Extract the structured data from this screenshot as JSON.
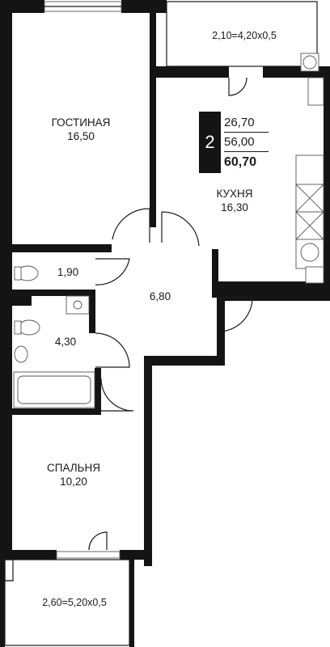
{
  "rooms": [
    {
      "id": "living-room",
      "name": "ГОСТИНАЯ",
      "area": "16,50"
    },
    {
      "id": "kitchen",
      "name": "КУХНЯ",
      "area": "16,30"
    },
    {
      "id": "hallway",
      "name": "",
      "area": "6,80"
    },
    {
      "id": "toilet",
      "name": "",
      "area": "1,90"
    },
    {
      "id": "bathroom",
      "name": "",
      "area": "4,30"
    },
    {
      "id": "bedroom",
      "name": "СПАЛЬНЯ",
      "area": "10,20"
    }
  ],
  "balconies": {
    "top": "2,10=4,20x0,5",
    "bottom": "2,60=5,20x0,5"
  },
  "summary": {
    "rooms_count": "2",
    "living_area": "26,70",
    "sub_area": "56,00",
    "total_area": "60,70"
  },
  "colors": {
    "walls": "#141414",
    "background": "#ffffff"
  }
}
